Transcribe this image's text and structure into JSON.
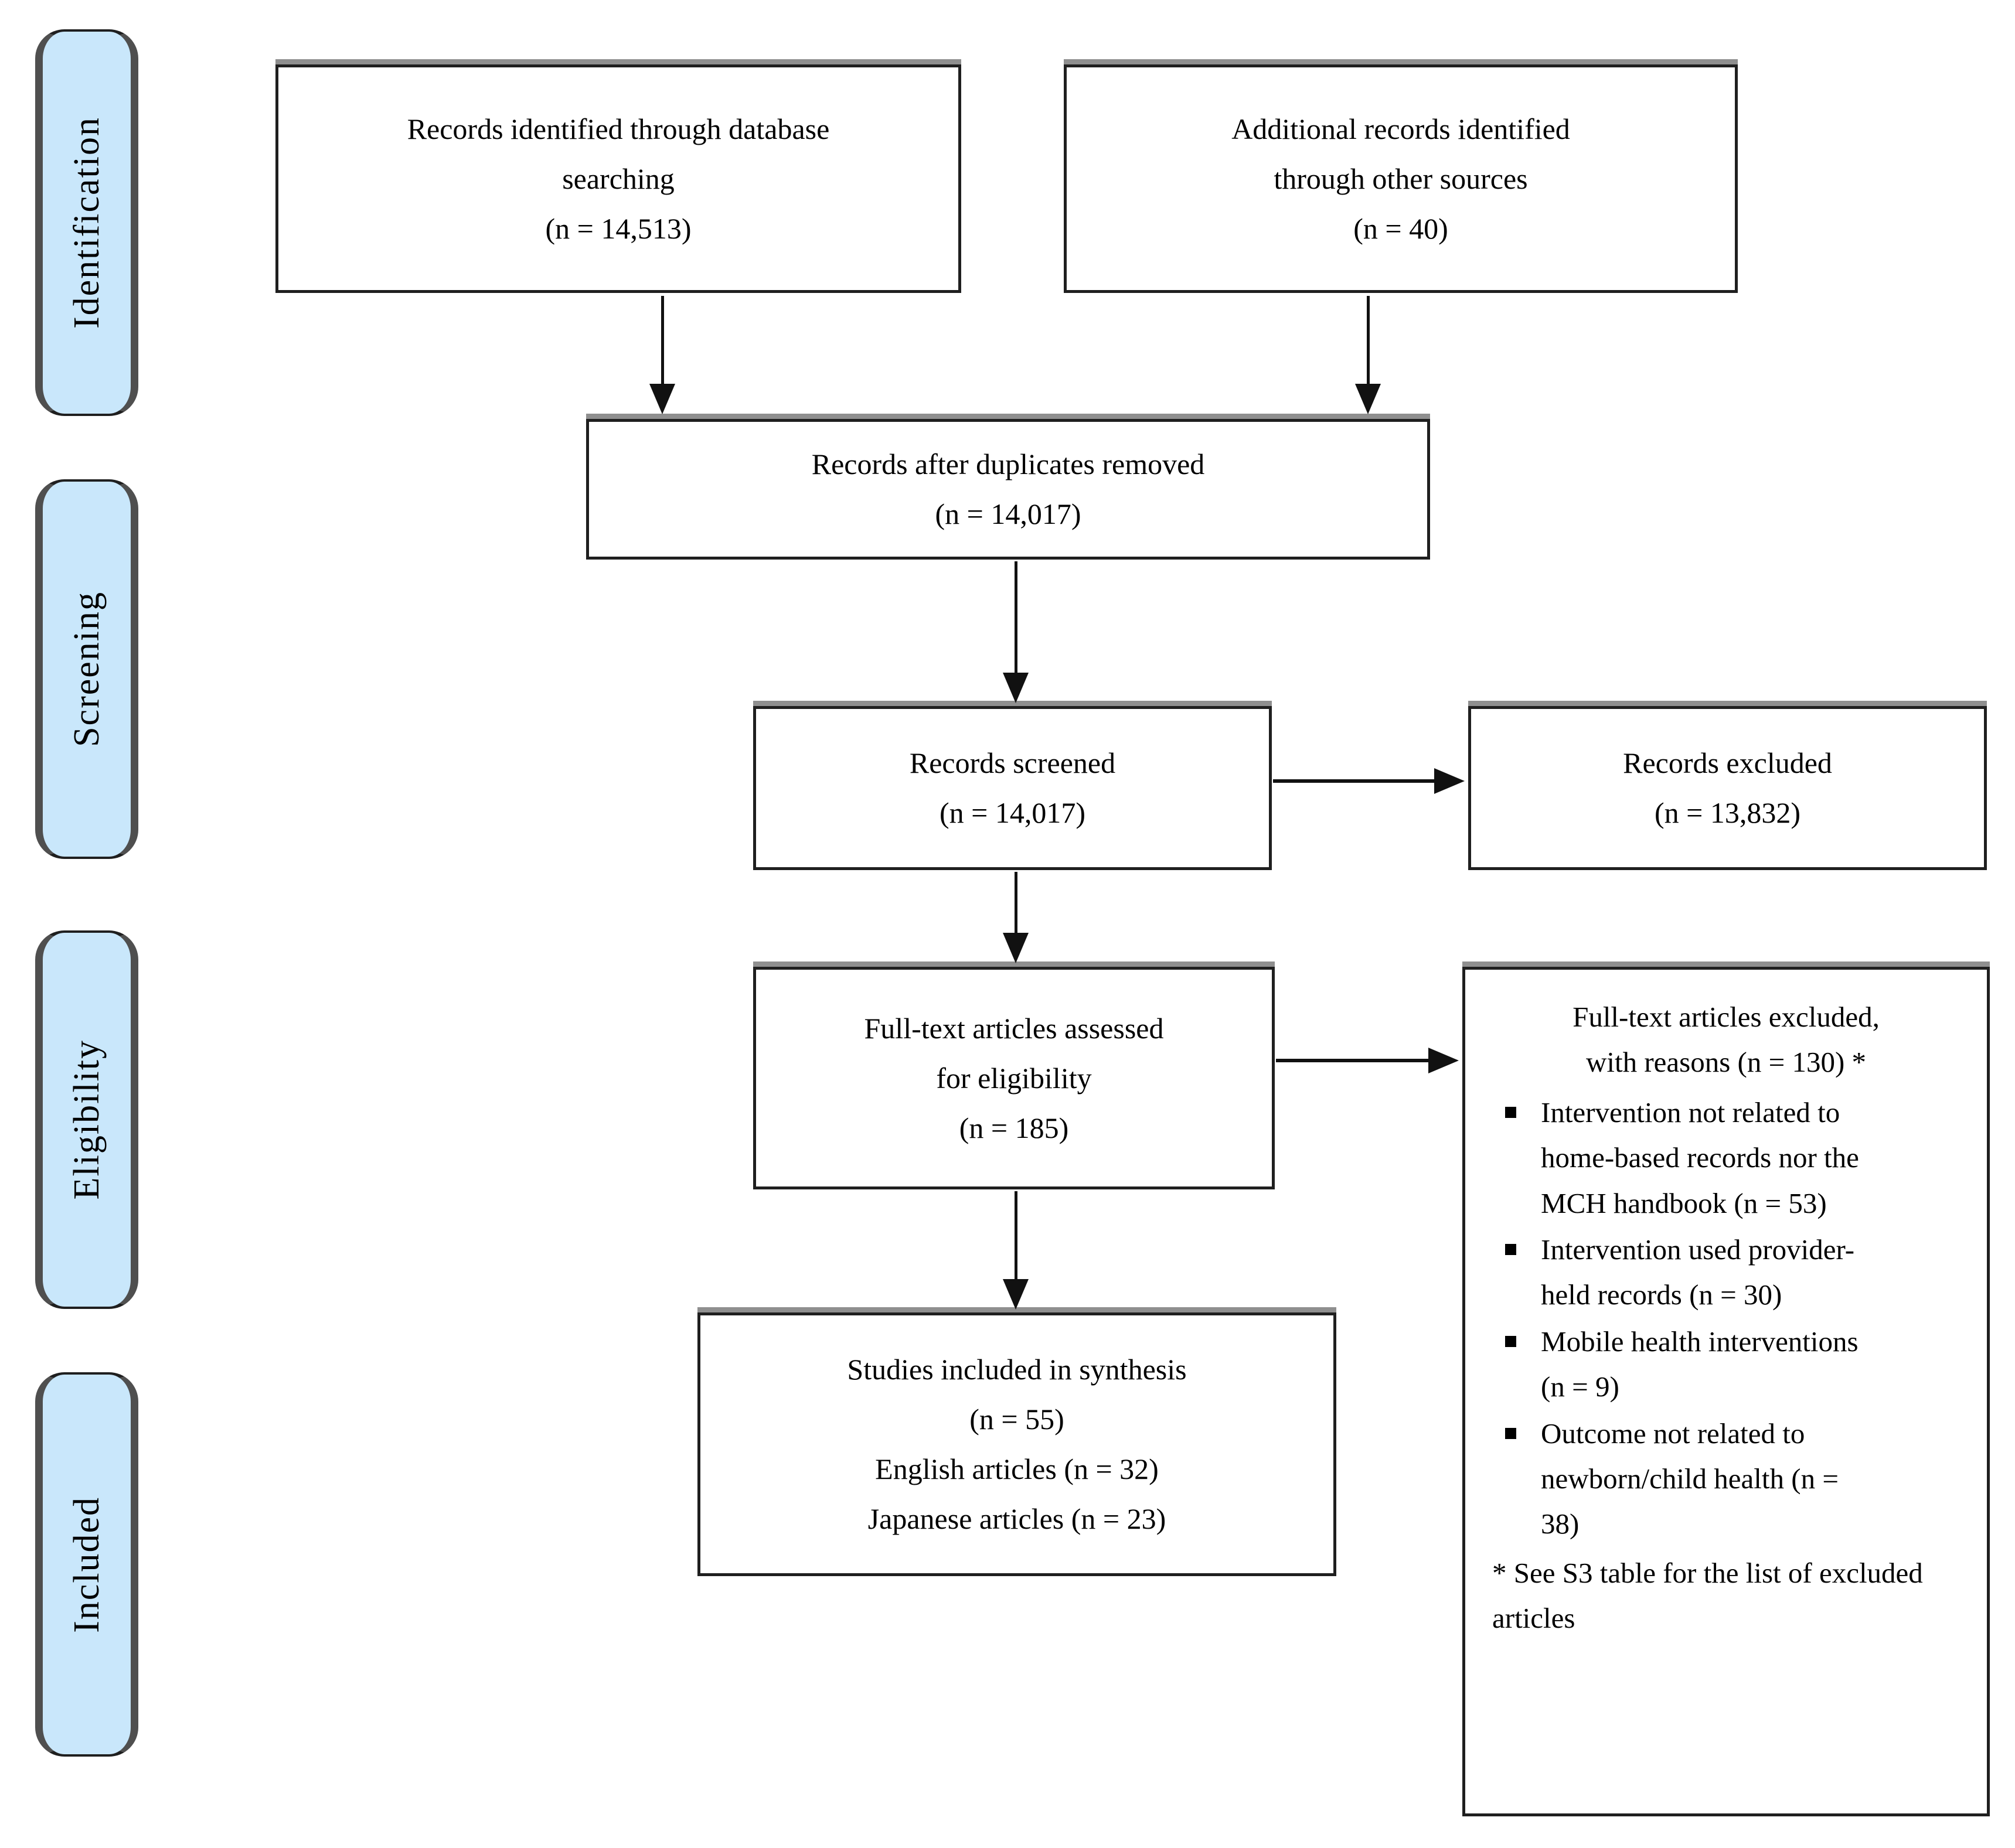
{
  "colors": {
    "background": "#ffffff",
    "stage_fill": "#c9e7fb",
    "stage_border": "#1f1f1f",
    "stage_side": "#4f4f4f",
    "node_border": "#1f1f1f",
    "node_shadow": "#8f8f8f",
    "arrow": "#111111",
    "text": "#000000"
  },
  "sidebar": {
    "stages": [
      {
        "label": "Identification"
      },
      {
        "label": "Screening"
      },
      {
        "label": "Eligibility"
      },
      {
        "label": "Included"
      }
    ]
  },
  "boxes": {
    "identified": {
      "lines": [
        "Records identified through database",
        "searching",
        "(n = 14,513)"
      ]
    },
    "additional": {
      "lines": [
        "Additional records identified",
        "through other sources",
        "(n = 40)"
      ]
    },
    "deduplicated": {
      "lines": [
        "Records after duplicates removed",
        "(n = 14,017)"
      ]
    },
    "screened": {
      "lines": [
        "Records screened",
        "(n = 14,017)"
      ]
    },
    "excluded": {
      "lines": [
        "Records excluded",
        "(n = 13,832)"
      ]
    },
    "fulltext": {
      "lines": [
        "Full-text articles assessed",
        "for eligibility",
        "(n = 185)"
      ]
    },
    "included": {
      "lines": [
        "Studies included in synthesis",
        "(n = 55)",
        "English articles (n = 32)",
        "Japanese articles (n = 23)"
      ]
    },
    "reasons": {
      "title_lines": [
        "Full-text articles excluded,",
        "with reasons (n = 130) *"
      ],
      "bullets": [
        "Intervention not related to home-based records nor the MCH handbook (n = 53)",
        "Intervention used provider-held records (n = 30)",
        "Mobile health interventions (n = 9)",
        "Outcome not related to newborn/child health (n = 38)"
      ],
      "footnote": "* See S3 table for the list of excluded articles"
    }
  }
}
